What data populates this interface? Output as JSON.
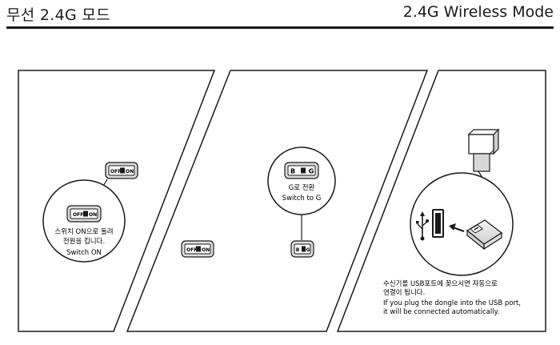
{
  "header": {
    "title_ko": "무선 2.4G 모드",
    "title_en": "2.4G Wireless Mode"
  },
  "panel1": {
    "switch_off_label": "OFF",
    "switch_on_label": "ON",
    "caption_ko_line1": "스위치 ON으로 돌려",
    "caption_ko_line2": "전원을 킵니다.",
    "caption_en": "Switch ON"
  },
  "panel2": {
    "mode_b_label": "B",
    "mode_g_label": "G",
    "caption_ko": "G로 전환",
    "caption_en": "Switch to G",
    "switch_off_label": "OFF",
    "switch_on_label": "ON"
  },
  "panel3": {
    "caption_ko_line1": "수신기를 USB포트에 꽂으시면 자동으로",
    "caption_ko_line2": "연결이 됩니다.",
    "caption_en_line1": "If you plug the dongle into the USB port,",
    "caption_en_line2": "it will be connected automatically."
  },
  "colors": {
    "line": "#1a1a1a",
    "gray": "#d6d6d6",
    "light": "#efefef"
  }
}
